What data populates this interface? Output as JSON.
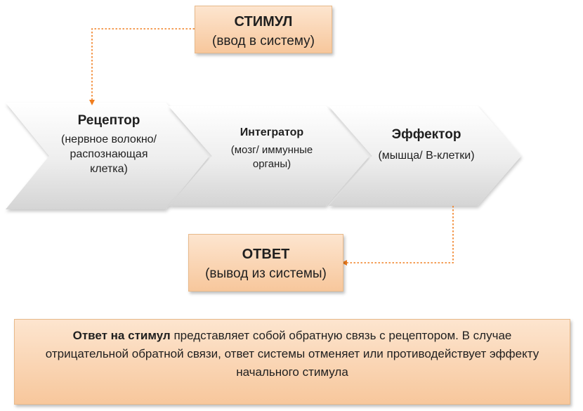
{
  "stimulus": {
    "title": "СТИМУЛ",
    "subtitle": "(ввод в систему)"
  },
  "stages": [
    {
      "title": "Рецептор",
      "desc": "(нервное волокно/ распознающая клетка)"
    },
    {
      "title": "Интегратор",
      "desc": "(мозг/ иммунные органы)"
    },
    {
      "title": "Эффектор",
      "desc": "(мышца/ B-клетки)"
    }
  ],
  "response": {
    "title": "ОТВЕТ",
    "subtitle": "(вывод из системы)"
  },
  "note": {
    "lead": "Ответ на стимул",
    "text": " представляет собой обратную связь с рецептором. В случае отрицательной обратной связи, ответ системы отменяет или противодействует эффекту начального стимула"
  },
  "colors": {
    "accent": "#f07d1e",
    "box_fill": "#f9d4b1",
    "chevron_fill": "#e6e6e6"
  }
}
